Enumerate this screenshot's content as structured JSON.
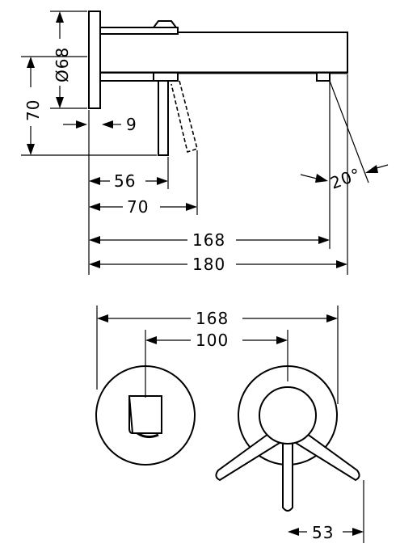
{
  "dimensions": {
    "rosette_diameter": "Ø68",
    "outlet_height": "70",
    "rosette_depth": "9",
    "lever_offset_1": "56",
    "lever_offset_2": "70",
    "spout_projection": "168",
    "overall_projection": "180",
    "angle": "20°",
    "plate_span": "168",
    "centers": "100",
    "lever_offset_front": "53"
  }
}
